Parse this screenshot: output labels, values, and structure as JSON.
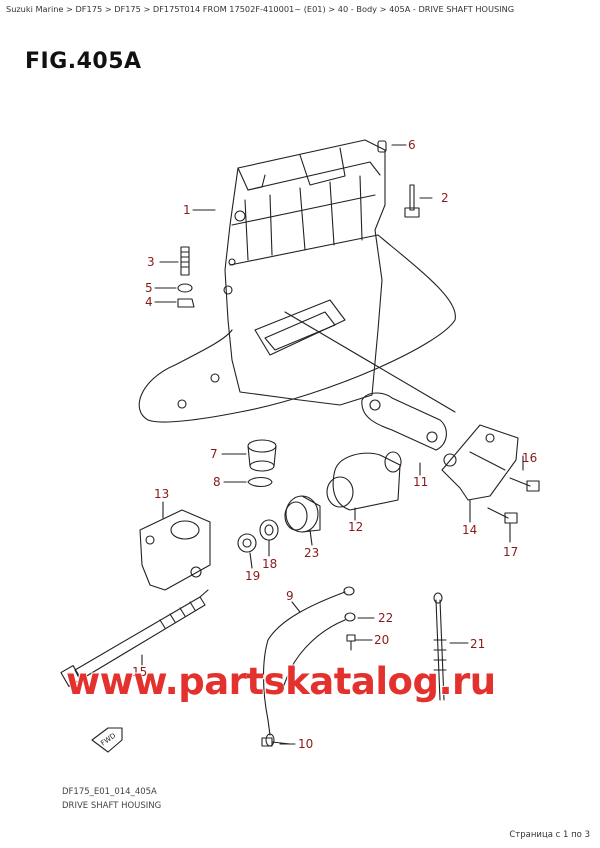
{
  "breadcrumb": "Suzuki Marine > DF175 > DF175 > DF175T014 FROM 17502F-410001~ (E01) > 40 - Body > 405A - DRIVE SHAFT HOUSING",
  "figure_title": "FIG.405A",
  "callouts": {
    "c1": "1",
    "c2": "2",
    "c3": "3",
    "c4": "4",
    "c5": "5",
    "c6": "6",
    "c7": "7",
    "c8": "8",
    "c9": "9",
    "c10": "10",
    "c11": "11",
    "c12": "12",
    "c13": "13",
    "c14": "14",
    "c15": "15",
    "c16": "16",
    "c17": "17",
    "c18": "18",
    "c19": "19",
    "c20": "20",
    "c21": "21",
    "c22": "22",
    "c23": "23"
  },
  "fwd_label": "FWD",
  "diagram_code": "DF175_E01_014_405A",
  "caption": "DRIVE SHAFT HOUSING",
  "watermark": "www.partskatalog.ru",
  "pager": "Страница с 1 по 3",
  "colors": {
    "callout": "#8a1a1a",
    "watermark": "#e3312e",
    "line": "#222222"
  }
}
